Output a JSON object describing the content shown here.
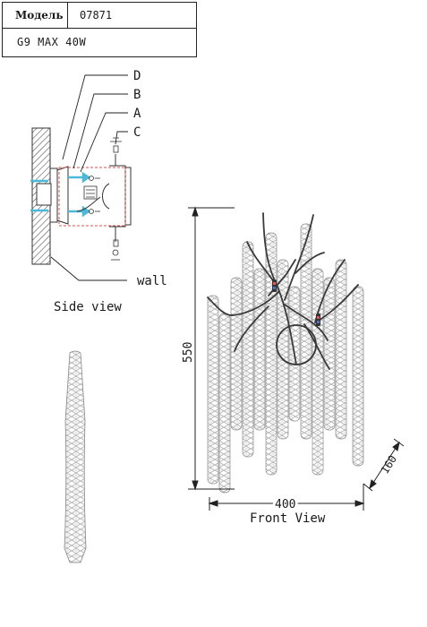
{
  "spec_table": {
    "model_label": "Модель",
    "model_value": "07871",
    "spec": "G9   MAX 40W"
  },
  "side_view": {
    "callouts": [
      "D",
      "B",
      "A",
      "C"
    ],
    "wall_label": "wall",
    "caption": "Side view"
  },
  "front_view": {
    "height_dim": "550",
    "width_dim": "400",
    "depth_dim": "160",
    "caption": "Front View"
  }
}
